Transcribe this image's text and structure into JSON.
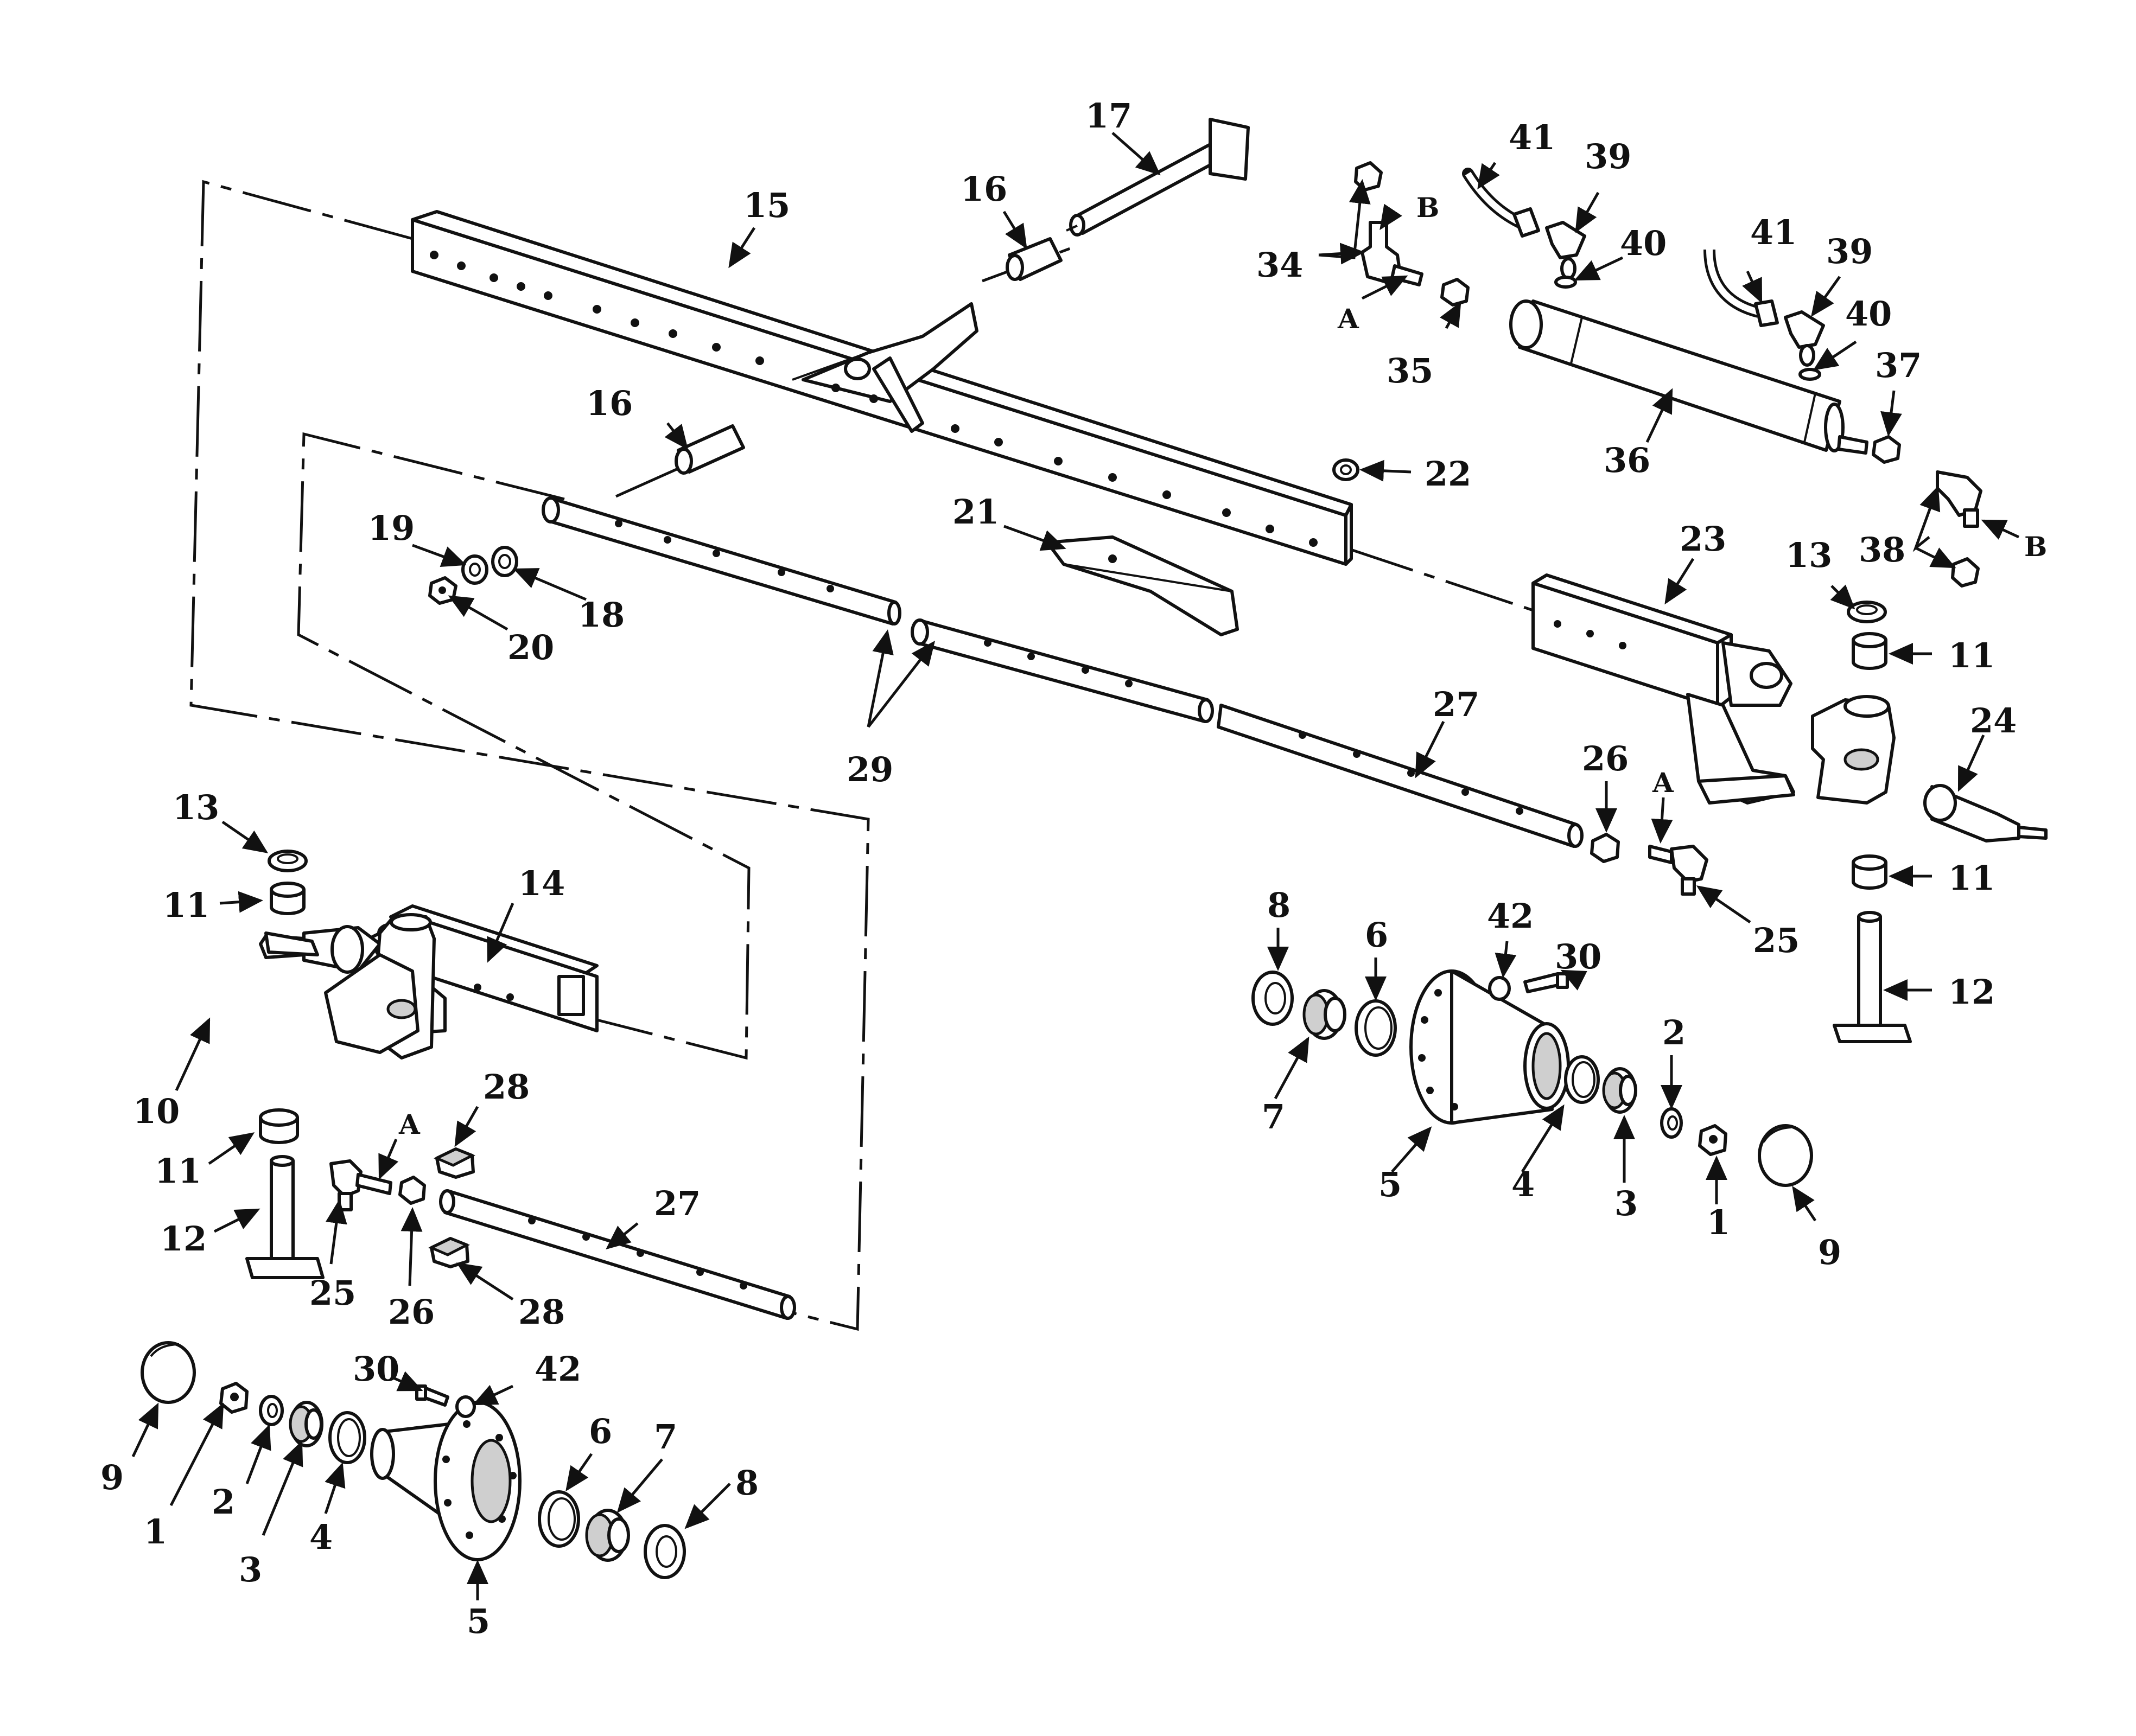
{
  "callouts": {
    "c17": "17",
    "c16a": "16",
    "c15": "15",
    "c41a": "41",
    "c39a": "39",
    "c34": "34",
    "cB1": "B",
    "cA1": "A",
    "c40a": "40",
    "c35": "35",
    "c41b": "41",
    "c39b": "39",
    "c40b": "40",
    "c37": "37",
    "c36": "36",
    "c16b": "16",
    "c22": "22",
    "c19": "19",
    "c18": "18",
    "c20": "20",
    "c21": "21",
    "c23": "23",
    "c13a": "13",
    "c38": "38",
    "cB2": "B",
    "c11a": "11",
    "c24": "24",
    "c29": "29",
    "c27a": "27",
    "c26a": "26",
    "cA2": "A",
    "c25a": "25",
    "c11b": "11",
    "c12a": "12",
    "c13b": "13",
    "c11c": "11",
    "c14": "14",
    "c10": "10",
    "c11d": "11",
    "c12b": "12",
    "cA3": "A",
    "c28a": "28",
    "c25b": "25",
    "c26b": "26",
    "c27b": "27",
    "c28b": "28",
    "c8a": "8",
    "c6a": "6",
    "c42a": "42",
    "c30a": "30",
    "c2a": "2",
    "c7a": "7",
    "c5a": "5",
    "c4a": "4",
    "c3a": "3",
    "c1a": "1",
    "c9a": "9",
    "c30b": "30",
    "c42b": "42",
    "c6b": "6",
    "c7b": "7",
    "c8b": "8",
    "c9b": "9",
    "c1b": "1",
    "c2b": "2",
    "c3b": "3",
    "c4b": "4",
    "c5b": "5"
  },
  "icons": {
    "frame": "axle-frame-beam",
    "hub": "wheel-hub",
    "bearing": "tapered-roller-bearing",
    "spindle": "steering-spindle",
    "tie_rod_end": "tie-rod-end",
    "cylinder": "steering-cylinder"
  }
}
